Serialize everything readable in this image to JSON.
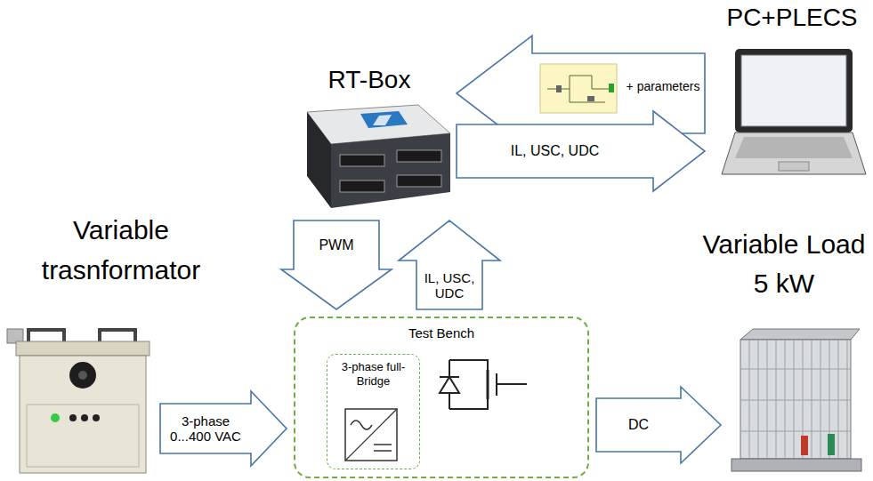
{
  "diagram": {
    "nodes": [
      {
        "text": [
          "PC+PLECS"
        ]
      },
      {
        "text": [
          "RT-Box"
        ]
      },
      {
        "text": [
          "Variable trasnformator"
        ]
      },
      {
        "text": [
          "Test Bench"
        ]
      },
      {
        "text": [
          "3-phase full-Bridge"
        ],
        "in": 3
      },
      {
        "text": [
          "Variable Load 5 kW"
        ]
      }
    ],
    "edges": [
      {
        "from": 0,
        "to": 1,
        "arrow": "to",
        "label": "+ parameters"
      },
      {
        "from": 1,
        "to": 0,
        "arrow": "to",
        "label": "IL, USC, UDC"
      },
      {
        "from": 1,
        "to": 3,
        "arrow": "to",
        "label": "PWM"
      },
      {
        "from": 3,
        "to": 1,
        "arrow": "to",
        "label": "IL, USC, UDC"
      },
      {
        "from": 2,
        "to": 3,
        "arrow": "to",
        "label": "3-phase 0...400 VAC"
      },
      {
        "from": 3,
        "to": 5,
        "arrow": "to",
        "label": "DC"
      }
    ]
  }
}
